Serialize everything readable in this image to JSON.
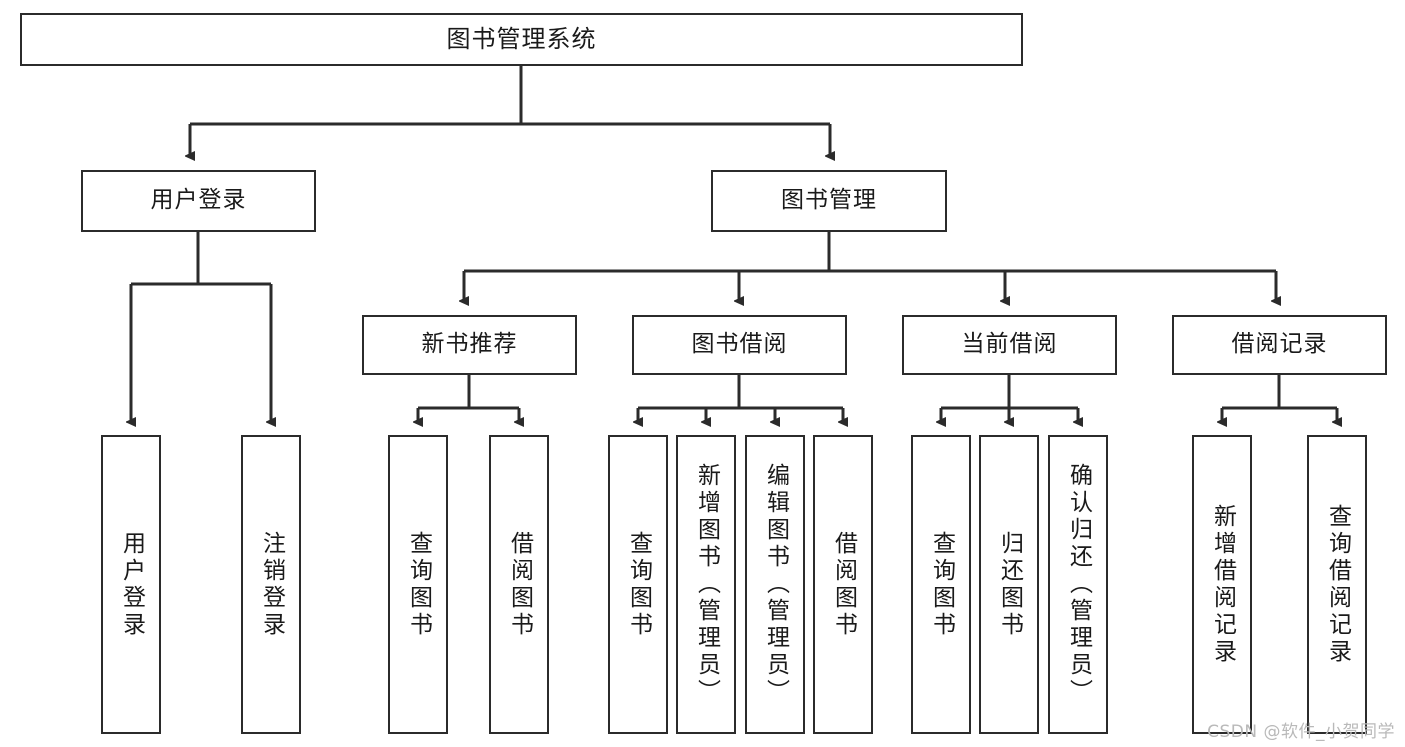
{
  "diagram": {
    "title": "图书管理系统",
    "watermark": "CSDN @软件_小贺同学",
    "stroke_color": "#2b2b2b",
    "background_color": "#ffffff",
    "text_color": "#1a1a1a",
    "nodes": {
      "root": "图书管理系统",
      "level1": [
        "用户登录",
        "图书管理"
      ],
      "level2": [
        "新书推荐",
        "图书借阅",
        "当前借阅",
        "借阅记录"
      ],
      "leaves_user_login": [
        "用户登录",
        "注销登录"
      ],
      "leaves_new_books": [
        "查询图书",
        "借阅图书"
      ],
      "leaves_borrow": [
        "查询图书",
        "新增图书（管理员）",
        "编辑图书（管理员）",
        "借阅图书"
      ],
      "leaves_current": [
        "查询图书",
        "归还图书",
        "确认归还（管理员）"
      ],
      "leaves_records": [
        "新增借阅记录",
        "查询借阅记录"
      ]
    }
  }
}
